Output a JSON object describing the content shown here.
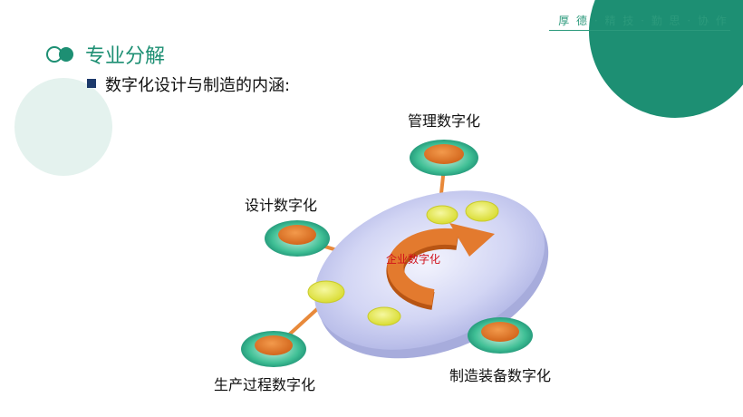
{
  "header": {
    "motto": "厚 德 · 精 技 · 勤 思 · 协 作"
  },
  "section": {
    "title": "专业分解",
    "subtitle": "数字化设计与制造的内涵:"
  },
  "diagram": {
    "center": "企业数字化",
    "satellites": {
      "top": "管理数字化",
      "left": "设计数字化",
      "bottom_left": "生产过程数字化",
      "bottom_right": "制造装备数字化"
    }
  },
  "colors": {
    "brand_green": "#1d8f73",
    "node_orange": "#e0782a",
    "node_yellow": "#e6ea4a",
    "disc_blue": "#c4c8f0",
    "center_text": "#d0101a"
  }
}
